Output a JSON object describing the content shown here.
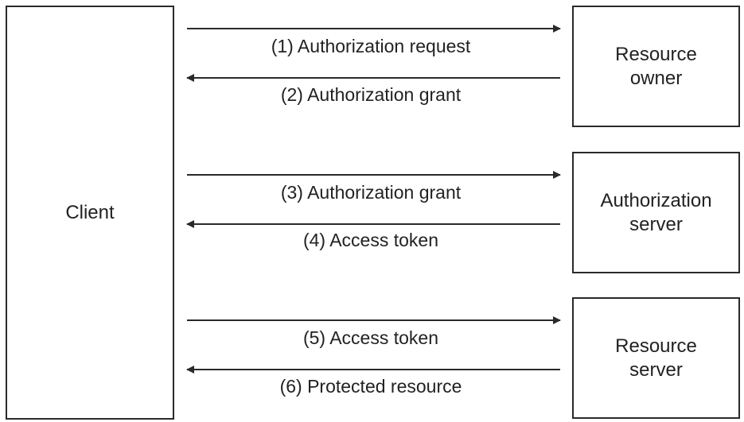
{
  "participants": {
    "client": "Client",
    "resource_owner": "Resource\nowner",
    "authorization_server": "Authorization\nserver",
    "resource_server": "Resource\nserver"
  },
  "messages": [
    {
      "label": "(1) Authorization request",
      "direction": "to-right"
    },
    {
      "label": "(2) Authorization grant",
      "direction": "to-left"
    },
    {
      "label": "(3) Authorization grant",
      "direction": "to-right"
    },
    {
      "label": "(4) Access token",
      "direction": "to-left"
    },
    {
      "label": "(5) Access token",
      "direction": "to-right"
    },
    {
      "label": "(6) Protected resource",
      "direction": "to-left"
    }
  ],
  "colors": {
    "line": "#2a2a2a",
    "text": "#222222"
  }
}
